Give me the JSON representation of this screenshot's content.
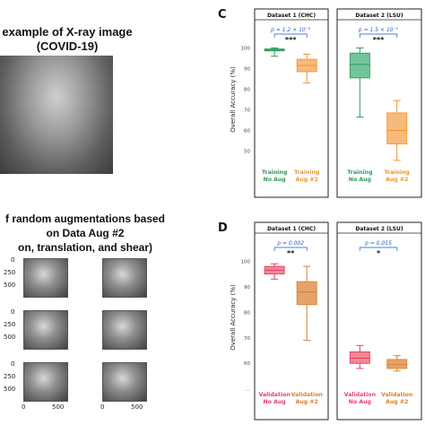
{
  "left": {
    "title_a_line1": "example of X-ray image",
    "title_a_line2": "(COVID-19)",
    "title_b_line1": "f random augmentations based",
    "title_b_line2": "on Data Aug #2",
    "title_b_line3": "on, translation, and shear)",
    "thumb_ticks": {
      "y": [
        "0",
        "250",
        "500",
        "0",
        "250",
        "500",
        "0",
        "250",
        "500"
      ],
      "x": [
        "0",
        "500",
        "0",
        "500"
      ]
    }
  },
  "panel_letters": {
    "c": "C",
    "d": "D"
  },
  "chart_data": [
    {
      "type": "box",
      "panel": "C",
      "ylabel": "Overall Accuracy (%)",
      "yticks": [
        "100",
        "90",
        "80",
        "70",
        "60",
        "50"
      ],
      "ylim": [
        45,
        105
      ],
      "datasets": [
        {
          "title": "Dataset 1 (CHC)",
          "pvalue": "p = 1.2 × 10⁻⁵",
          "stars": "***",
          "groups": [
            {
              "label_line1": "Training",
              "label_line2": "No Aug",
              "color": "#2e9b5a",
              "fill": "#5ab586",
              "whisker_low": 96.0,
              "q1": 98.6,
              "median": 99.1,
              "q3": 99.5,
              "whisker_high": 100.0
            },
            {
              "label_line1": "Training",
              "label_line2": "Aug #2",
              "color": "#f0932d",
              "fill": "#f8b97c",
              "whisker_low": 83.0,
              "q1": 88.5,
              "median": 91.5,
              "q3": 94.5,
              "whisker_high": 97.0
            }
          ]
        },
        {
          "title": "Dataset 2 (LSU)",
          "pvalue": "p = 1.5 × 10⁻⁵",
          "stars": "***",
          "groups": [
            {
              "label_line1": "Training",
              "label_line2": "No Aug",
              "color": "#2e9b5a",
              "fill": "#72c49a",
              "whisker_low": 66.5,
              "q1": 85.5,
              "median": 92.0,
              "q3": 97.5,
              "whisker_high": 100.0
            },
            {
              "label_line1": "Training",
              "label_line2": "Aug #2",
              "color": "#f0932d",
              "fill": "#f8b97c",
              "whisker_low": 45.5,
              "q1": 53.5,
              "median": 60.0,
              "q3": 68.5,
              "whisker_high": 74.5
            }
          ]
        }
      ]
    },
    {
      "type": "box",
      "panel": "D",
      "ylabel": "Overall Accuracy (%)",
      "yticks": [
        "100",
        "90",
        "80",
        "70",
        "60",
        "..."
      ],
      "ylim": [
        52,
        104
      ],
      "datasets": [
        {
          "title": "Dataset 1 (CHC)",
          "pvalue": "p = 0.002",
          "stars": "**",
          "groups": [
            {
              "label_line1": "Validation",
              "label_line2": "No Aug",
              "color": "#e43c7a",
              "fill": "#f28a8a",
              "whisker_low": 93.0,
              "q1": 95.0,
              "median": 96.5,
              "q3": 98.0,
              "whisker_high": 99.0
            },
            {
              "label_line1": "Validation",
              "label_line2": "Aug #2",
              "color": "#d9822b",
              "fill": "#e6a26b",
              "whisker_low": 69.0,
              "q1": 83.0,
              "median": 88.0,
              "q3": 92.0,
              "whisker_high": 98.0
            }
          ]
        },
        {
          "title": "Dataset 2 (LSU)",
          "pvalue": "p = 0.015",
          "stars": "*",
          "groups": [
            {
              "label_line1": "Validation",
              "label_line2": "No Aug",
              "color": "#e43c7a",
              "fill": "#f28a8a",
              "whisker_low": 58.0,
              "q1": 60.0,
              "median": 62.0,
              "q3": 64.5,
              "whisker_high": 67.0
            },
            {
              "label_line1": "Validation",
              "label_line2": "Aug #2",
              "color": "#d9822b",
              "fill": "#e6a26b",
              "whisker_low": 57.0,
              "q1": 58.0,
              "median": 59.5,
              "q3": 61.5,
              "whisker_high": 63.0
            }
          ]
        }
      ]
    }
  ]
}
